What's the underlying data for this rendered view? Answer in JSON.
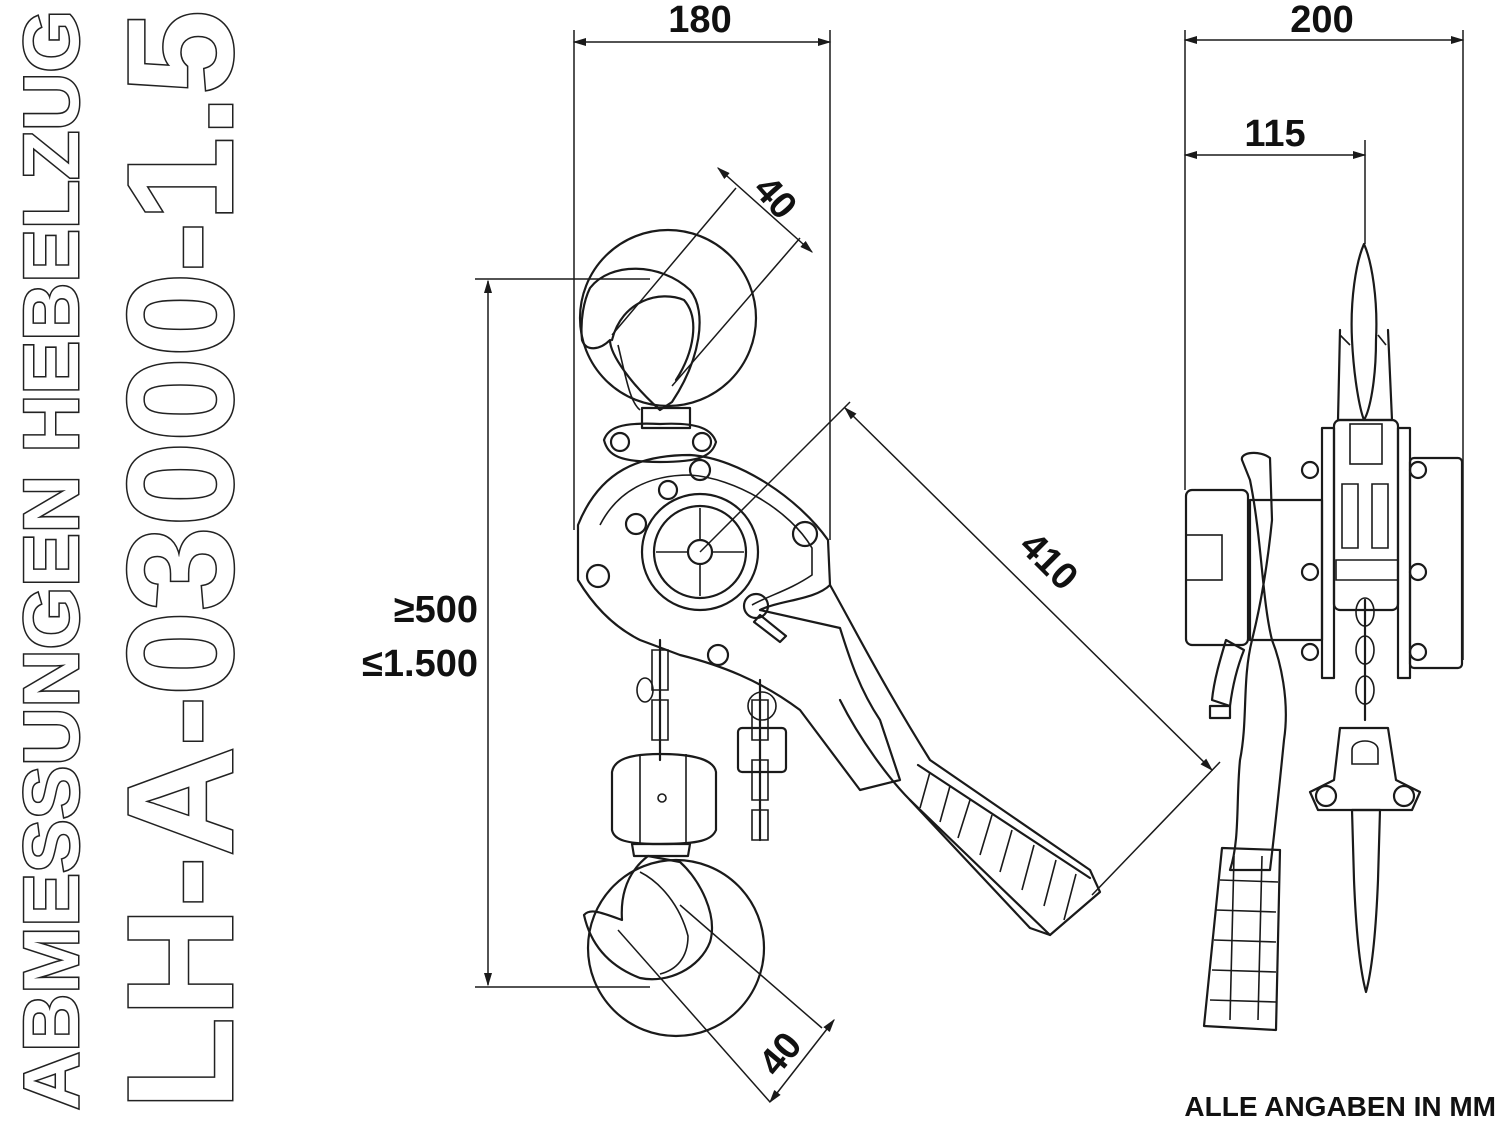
{
  "title_line1": "ABMESSUNGEN HEBELZUG",
  "title_line2": "LH-A-03000-1.5",
  "footer_note": "ALLE ANGABEN IN MM",
  "dimensions": {
    "width_front": "180",
    "width_side": "200",
    "depth_side": "115",
    "hook_top": "40",
    "hook_bottom": "40",
    "lever_length": "410",
    "lift_min": "≥500",
    "lift_max": "≤1.500"
  }
}
